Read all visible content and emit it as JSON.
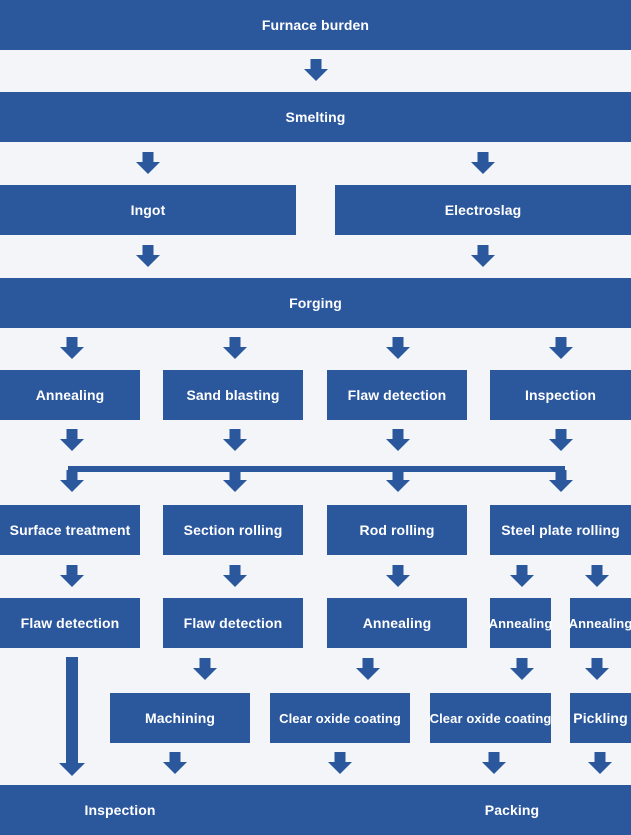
{
  "diagram": {
    "steps": {
      "furnace_burden": "Furnace burden",
      "smelting": "Smelting",
      "ingot": "Ingot",
      "electroslag": "Electroslag",
      "forging": "Forging",
      "annealing_1": "Annealing",
      "sand_blasting": "Sand blasting",
      "flaw_detection_1": "Flaw detection",
      "inspection_1": "Inspection",
      "surface_treatment": "Surface treatment",
      "section_rolling": "Section rolling",
      "rod_rolling": "Rod rolling",
      "steel_plate_rolling": "Steel plate rolling",
      "flaw_detection_2": "Flaw detection",
      "flaw_detection_3": "Flaw detection",
      "annealing_2": "Annealing",
      "annealing_3": "Annealing",
      "annealing_4": "Annealing",
      "machining": "Machining",
      "clear_oxide_coating_1": "Clear oxide coating",
      "clear_oxide_coating_2": "Clear oxide coating",
      "pickling": "Pickling",
      "inspection_final": "Inspection",
      "packing": "Packing"
    },
    "colors": {
      "box": "#2b579d",
      "text": "#ffffff",
      "background": "#f3f5f8"
    }
  }
}
